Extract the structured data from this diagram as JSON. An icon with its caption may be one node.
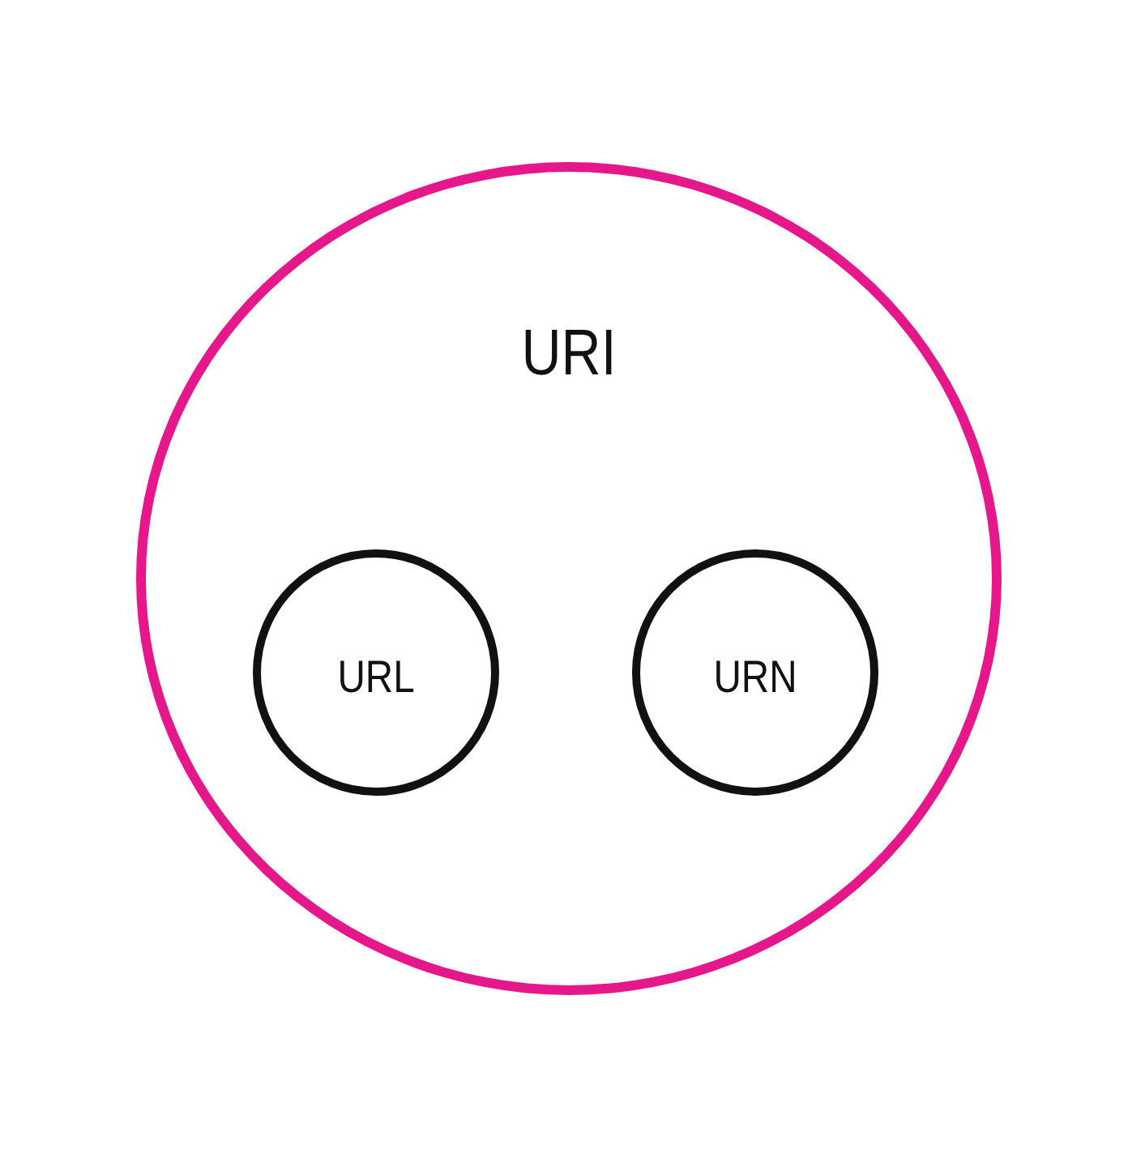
{
  "diagram": {
    "nodes": [
      {
        "text": [
          "URI"
        ]
      },
      {
        "text": [
          "URL"
        ],
        "in": 0
      },
      {
        "text": [
          "URN"
        ],
        "in": 0
      }
    ]
  }
}
